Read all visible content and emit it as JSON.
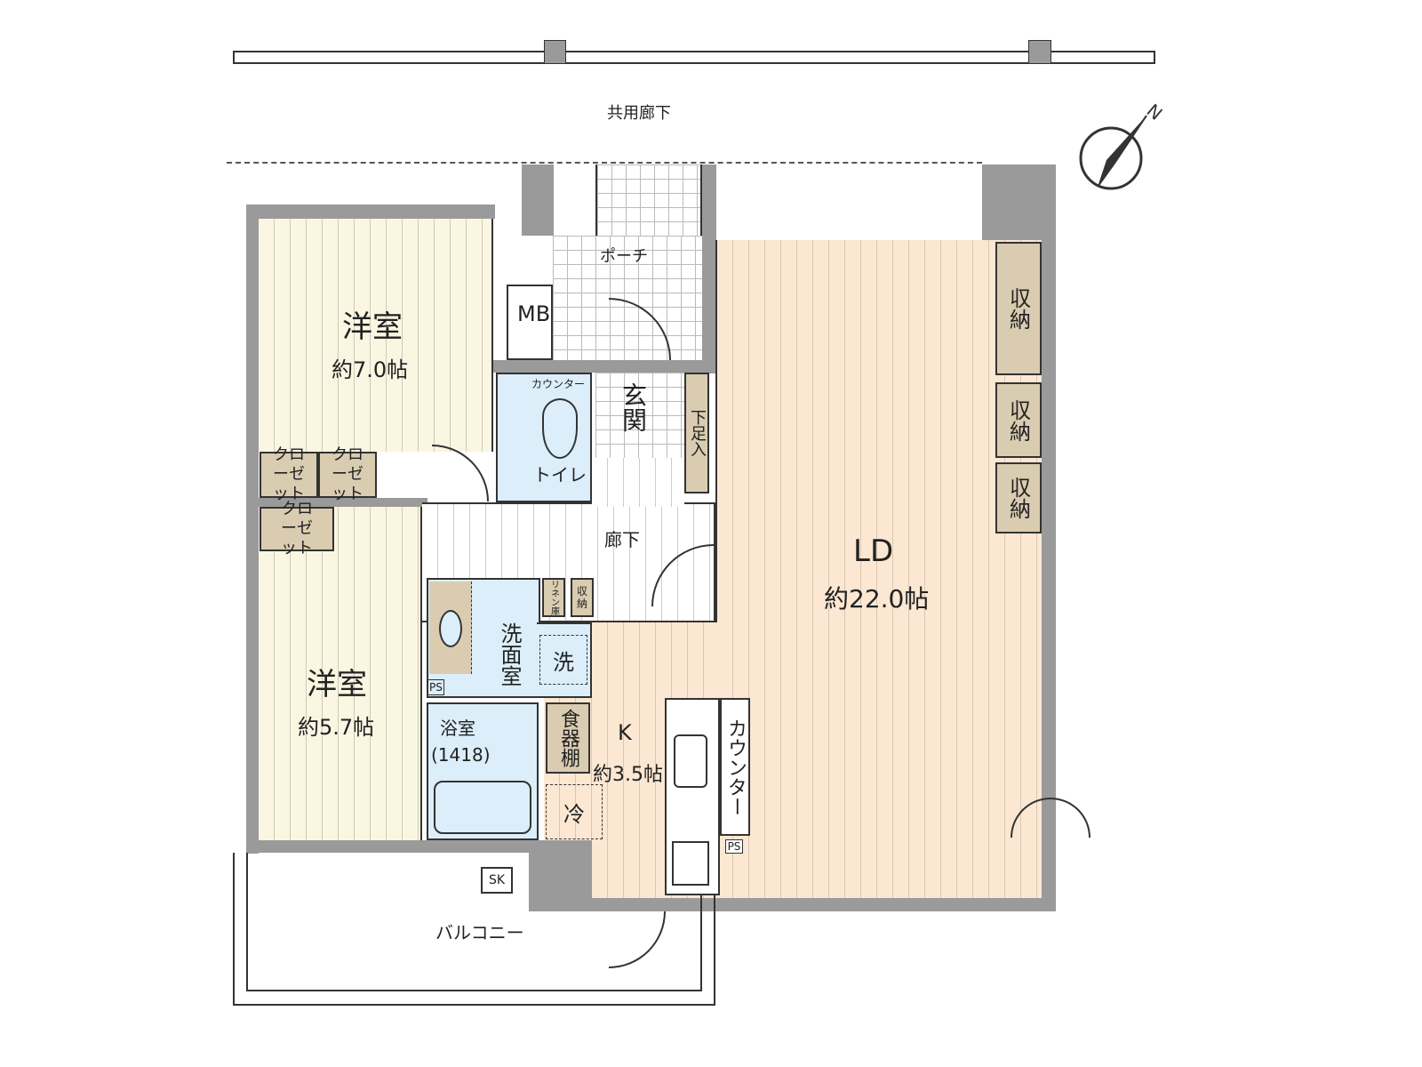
{
  "corridor": {
    "label": "共用廊下"
  },
  "compass": {
    "label": "N",
    "icon": "north-arrow-icon"
  },
  "rooms": {
    "western1": {
      "name": "洋室",
      "size": "約7.0帖"
    },
    "western2": {
      "name": "洋室",
      "size": "約5.7帖"
    },
    "porch": {
      "name": "ポーチ"
    },
    "mb": {
      "name": "MB"
    },
    "entrance": {
      "name": "玄関"
    },
    "shoe": {
      "name": "下足入"
    },
    "toilet": {
      "name": "トイレ",
      "counter": "カウンター"
    },
    "hallway": {
      "name": "廊下"
    },
    "linen": {
      "name": "リネン庫"
    },
    "storage_small": {
      "name": "収納"
    },
    "washroom": {
      "name": "洗面室",
      "washer": "洗",
      "ps": "PS"
    },
    "bath": {
      "name": "浴室",
      "size": "(1418)"
    },
    "kitchen": {
      "name": "K",
      "size": "約3.5帖",
      "cupboard": "食器棚",
      "fridge": "冷",
      "counter": "カウンター",
      "ps": "PS"
    },
    "ld": {
      "name": "LD",
      "size": "約22.0帖"
    },
    "balcony": {
      "name": "バルコニー",
      "sk": "SK"
    }
  },
  "closets": [
    "クローゼット",
    "クローゼット",
    "クローゼット"
  ],
  "ld_storage": [
    "収納",
    "収納",
    "収納"
  ],
  "colors": {
    "wall": "#9a9a9a",
    "wood_floor": "#fbf6e2",
    "ld_floor": "#fbe7d2",
    "wet_area": "#dbeefa",
    "storage": "#d9ccb0"
  }
}
